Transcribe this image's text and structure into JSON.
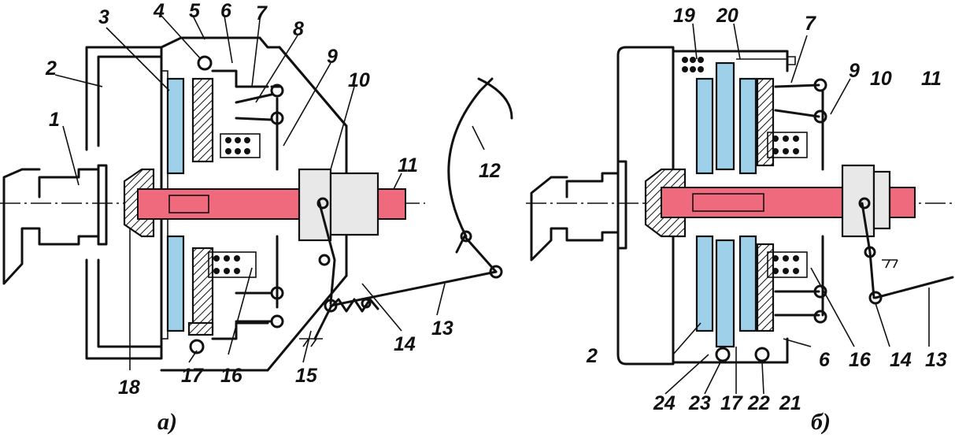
{
  "diagram_a": {
    "caption": "а)",
    "labels": {
      "l1": "1",
      "l2": "2",
      "l3": "3",
      "l4": "4",
      "l5": "5",
      "l6": "6",
      "l7": "7",
      "l8": "8",
      "l9": "9",
      "l10": "10",
      "l11": "11",
      "l12": "12",
      "l13": "13",
      "l14": "14",
      "l15": "15",
      "l16": "16",
      "l17": "17",
      "l18": "18"
    }
  },
  "diagram_b": {
    "caption": "б)",
    "labels": {
      "l19": "19",
      "l20": "20",
      "l7": "7",
      "l9": "9",
      "l10": "10",
      "l11": "11",
      "l2": "2",
      "l24": "24",
      "l23": "23",
      "l17": "17",
      "l22": "22",
      "l21": "21",
      "l6": "6",
      "l16": "16",
      "l14": "14",
      "l13": "13"
    }
  },
  "colors": {
    "shaft": "#f06a7e",
    "friction_disc": "#9ed0ea",
    "outline": "#111111"
  }
}
